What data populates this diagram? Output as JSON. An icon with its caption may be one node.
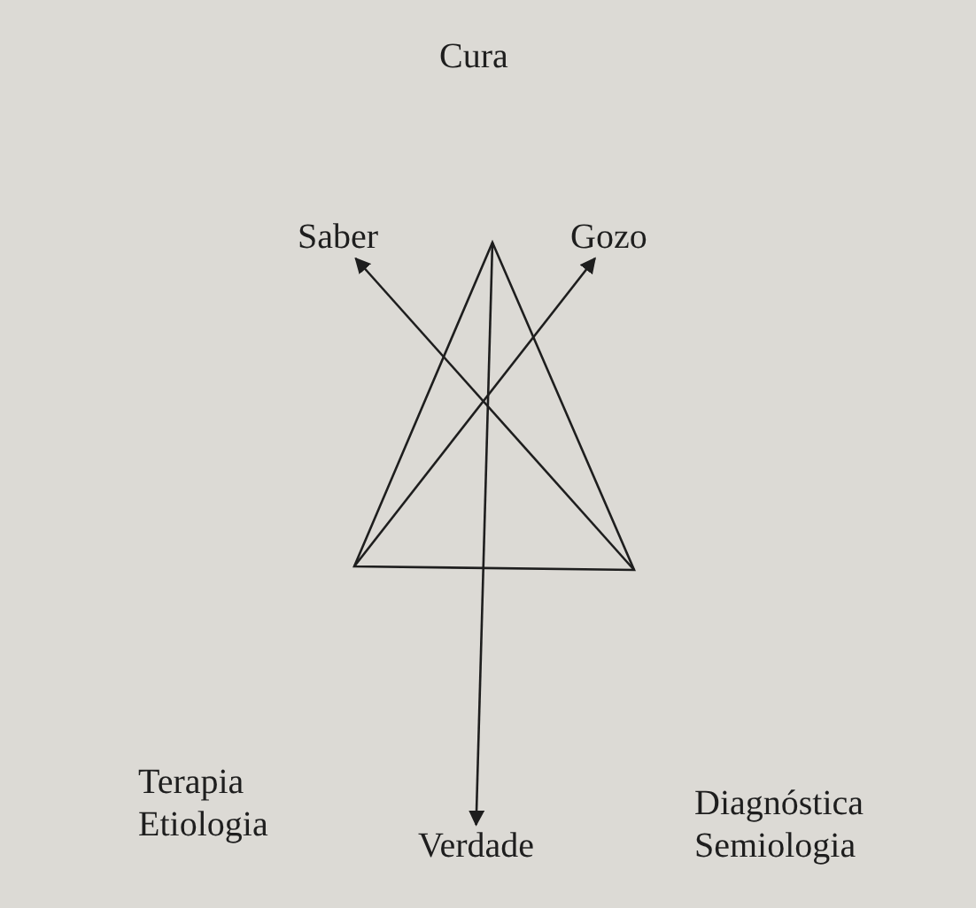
{
  "diagram": {
    "nodes": [
      {
        "text": [
          "Cura"
        ]
      },
      {
        "text": [
          "Saber"
        ]
      },
      {
        "text": [
          "Gozo"
        ]
      },
      {
        "text": [],
        "shape": "triangle"
      },
      {
        "text": [
          "Terapia",
          "Etiologia"
        ]
      },
      {
        "text": [
          "Diagnóstica",
          "Semiologia"
        ]
      },
      {
        "text": [
          "Verdade"
        ]
      }
    ],
    "edges": [
      {
        "from": 3,
        "to": 1,
        "arrow": "to"
      },
      {
        "from": 3,
        "to": 2,
        "arrow": "to"
      },
      {
        "from": 3,
        "to": 6,
        "arrow": "to"
      }
    ]
  }
}
